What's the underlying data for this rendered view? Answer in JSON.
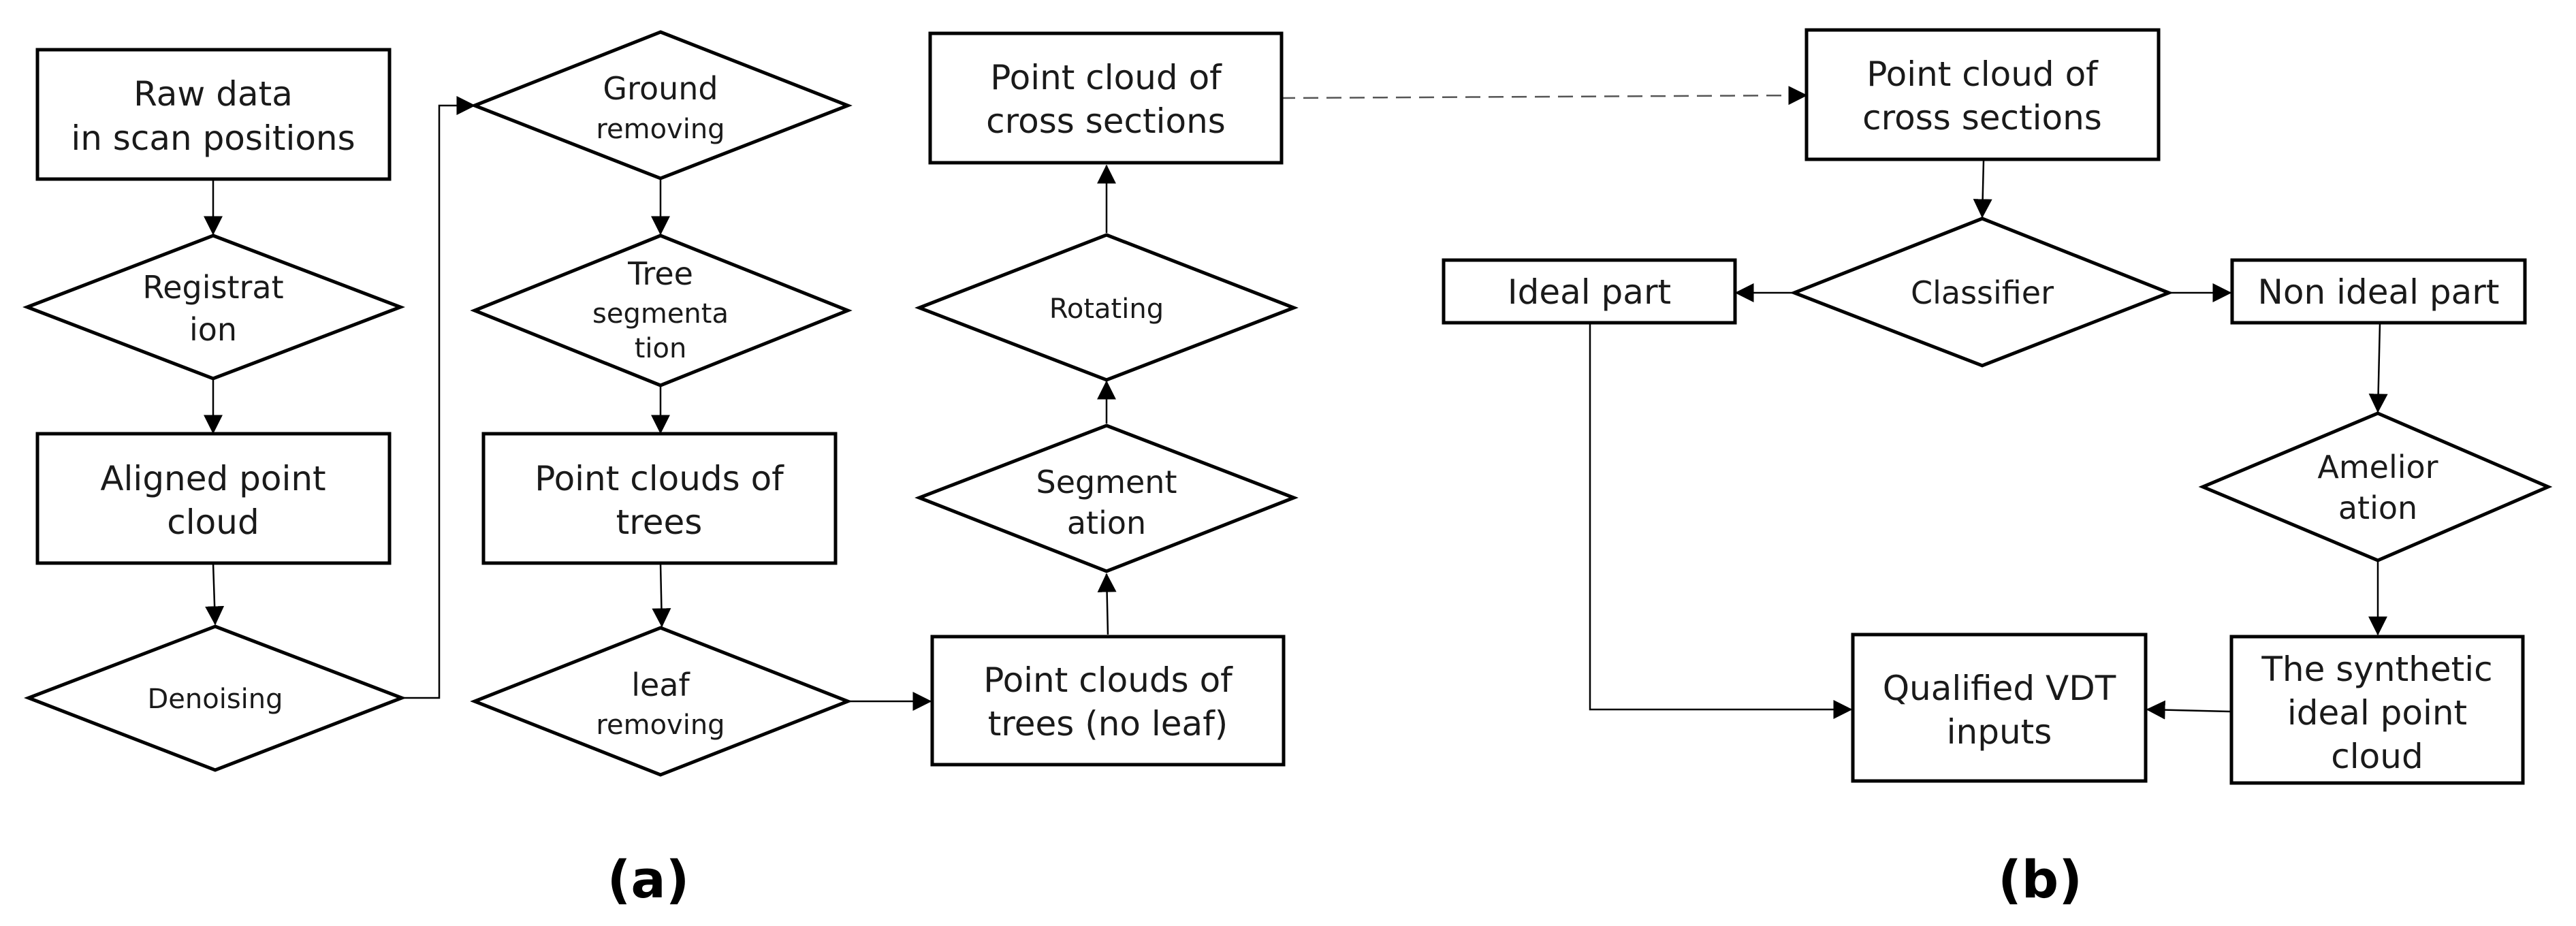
{
  "panels": {
    "a": "(a)",
    "b": "(b)"
  },
  "nodes": {
    "raw_data": [
      "Raw data",
      "in scan positions"
    ],
    "registration": [
      "Registrat",
      "ion"
    ],
    "aligned_point_cloud": [
      "Aligned point",
      "cloud"
    ],
    "denoising": [
      "Denoising"
    ],
    "ground_removing": [
      "Ground",
      "removing"
    ],
    "tree_segmentation": [
      "Tree",
      "segmenta",
      "tion"
    ],
    "point_clouds_of_trees": [
      "Point clouds of",
      "trees"
    ],
    "leaf_removing": [
      "leaf",
      "removing"
    ],
    "point_clouds_no_leaf": [
      "Point clouds of",
      "trees (no leaf)"
    ],
    "segmentation": [
      "Segment",
      "ation"
    ],
    "rotating": [
      "Rotating"
    ],
    "cross_sections_a": [
      "Point cloud of",
      "cross sections"
    ],
    "cross_sections_b": [
      "Point cloud of",
      "cross sections"
    ],
    "classifier": [
      "Classifier"
    ],
    "ideal_part": [
      "Ideal part"
    ],
    "non_ideal_part": [
      "Non ideal part"
    ],
    "amelioration": [
      "Amelior",
      "ation"
    ],
    "synthetic_ideal": [
      "The synthetic",
      "ideal point",
      "cloud"
    ],
    "qualified_vdt": [
      "Qualified VDT",
      "inputs"
    ]
  }
}
